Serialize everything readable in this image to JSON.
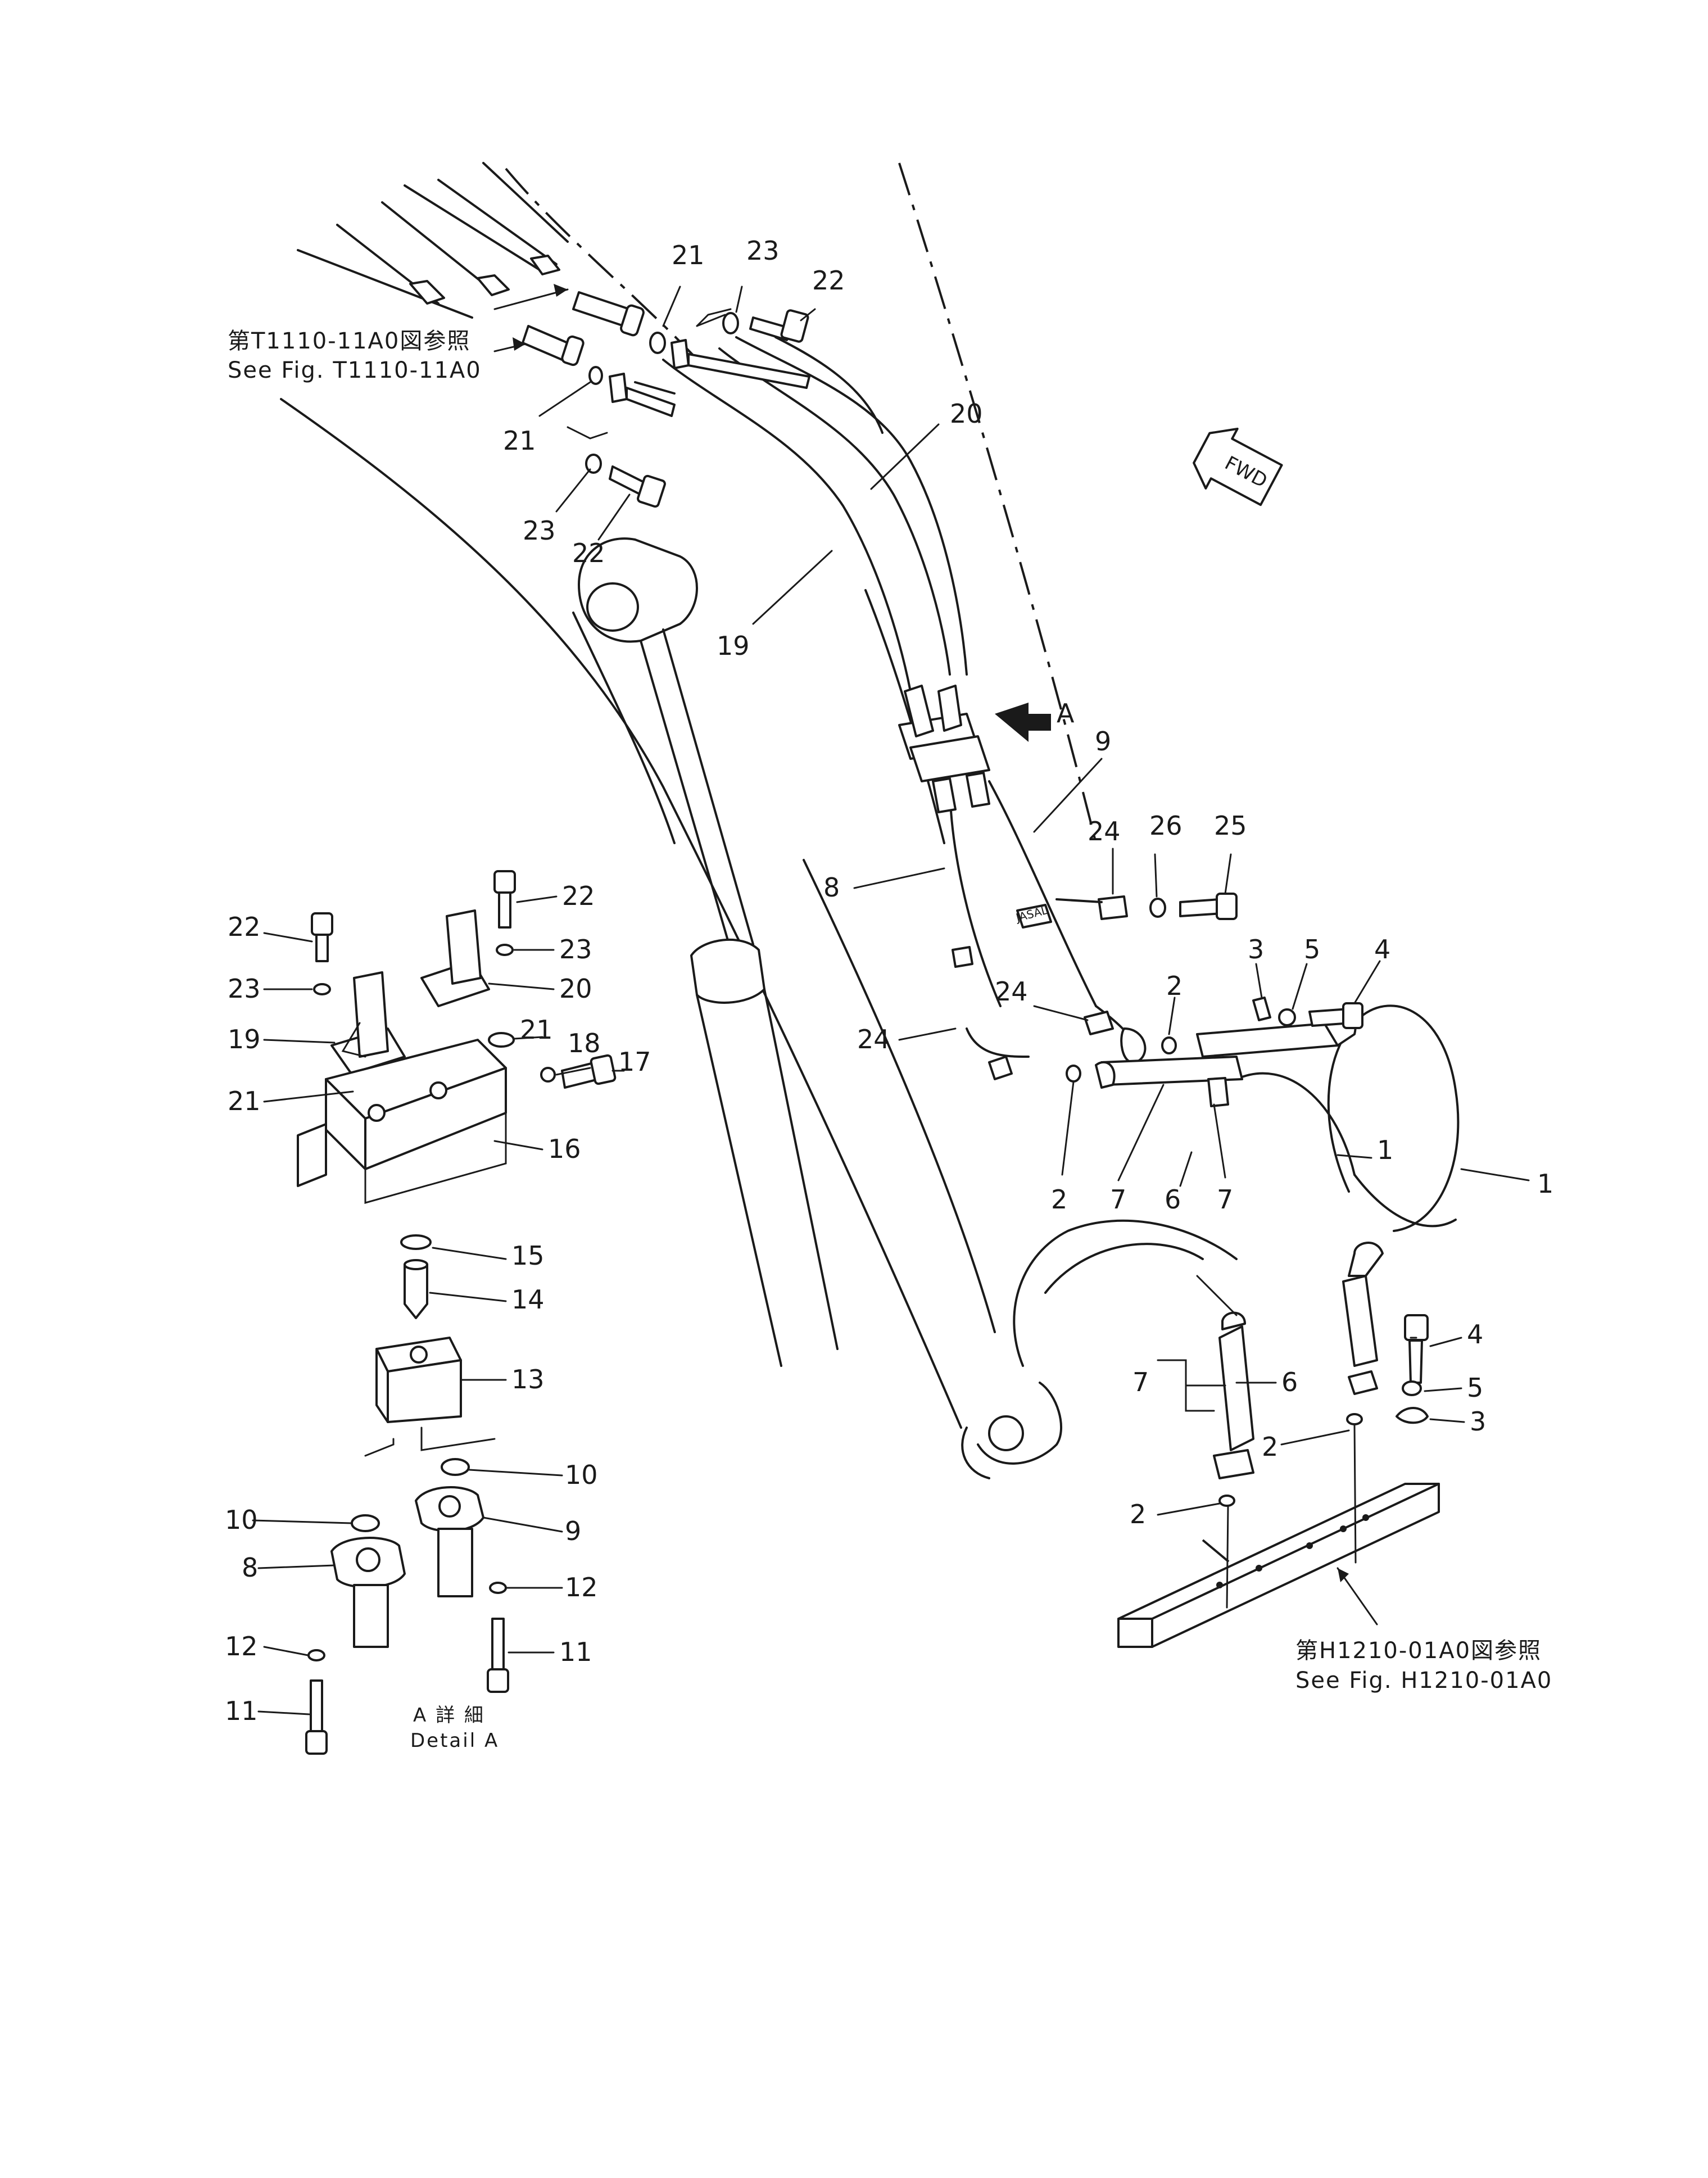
{
  "references": {
    "top_jp": "第T1110-11A0図参照",
    "top_en": "See  Fig. T1110-11A0",
    "bottom_jp": "第H1210-01A0図参照",
    "bottom_en": "See  Fig. H1210-01A0"
  },
  "detail": {
    "jp": "A  詳 細",
    "en": "Detail  A"
  },
  "view_marker": "A",
  "fwd_badge": "FWD",
  "hose_tag": "JASAL",
  "callouts": {
    "c1a": "1",
    "c1b": "1",
    "c2a": "2",
    "c2b": "2",
    "c2c": "2",
    "c2d": "2",
    "c3a": "3",
    "c3b": "3",
    "c4a": "4",
    "c4b": "4",
    "c5a": "5",
    "c5b": "5",
    "c6a": "6",
    "c6b": "6",
    "c7a": "7",
    "c7b": "7",
    "c7c": "7",
    "c8a": "8",
    "c8b": "8",
    "c9a": "9",
    "c9b": "9",
    "c10a": "10",
    "c10b": "10",
    "c11a": "11",
    "c11b": "11",
    "c12a": "12",
    "c12b": "12",
    "c13": "13",
    "c14": "14",
    "c15": "15",
    "c16": "16",
    "c17": "17",
    "c18": "18",
    "c19a": "19",
    "c19b": "19",
    "c20a": "20",
    "c20b": "20",
    "c21a": "21",
    "c21b": "21",
    "c21c": "21",
    "c21d": "21",
    "c22a": "22",
    "c22b": "22",
    "c22c": "22",
    "c22d": "22",
    "c23a": "23",
    "c23b": "23",
    "c23c": "23",
    "c23d": "23",
    "c24a": "24",
    "c24b": "24",
    "c24c": "24",
    "c25": "25",
    "c26": "26"
  }
}
